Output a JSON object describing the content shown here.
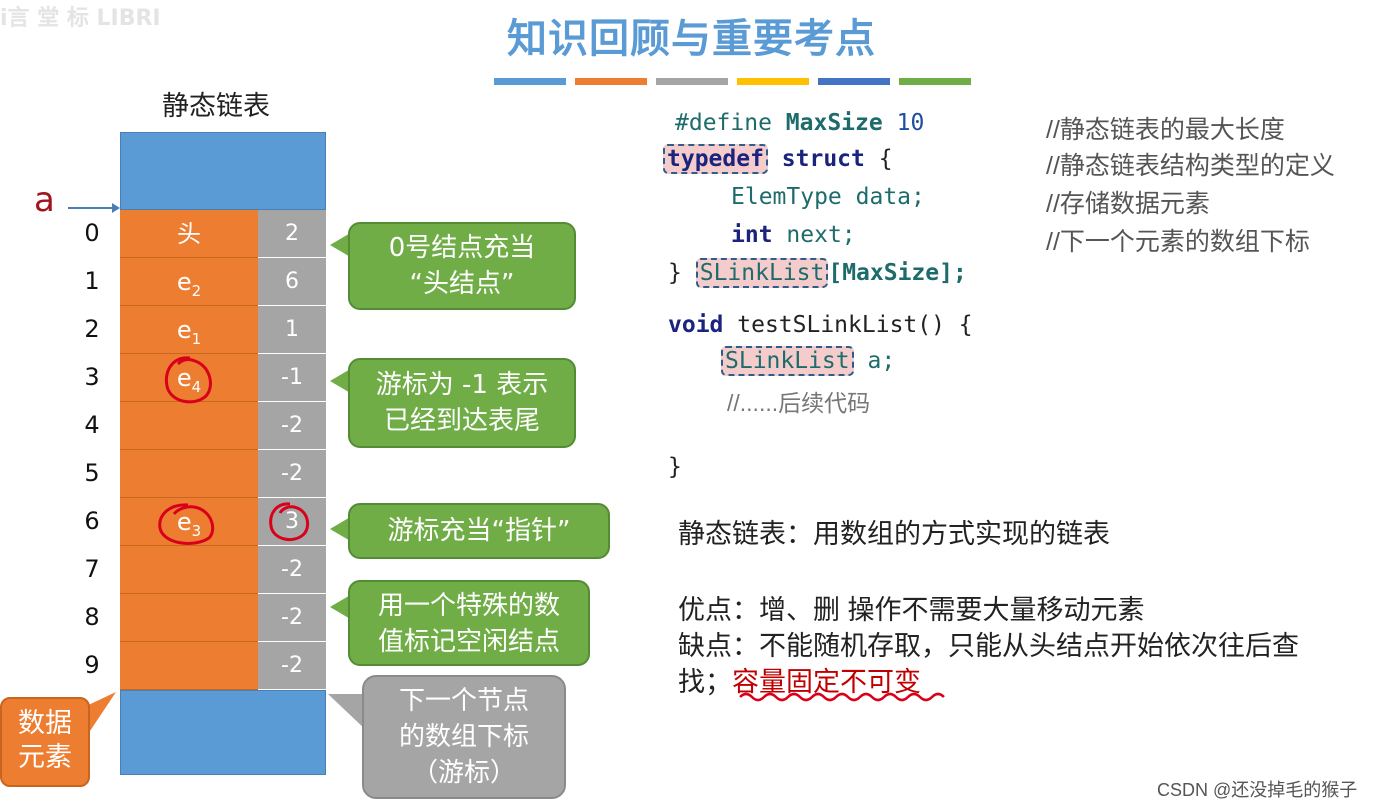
{
  "watermark_topleft": "i言 堂 标 LIBRI",
  "title": "知识回顾与重要考点",
  "colorbar": [
    "#5b9bd5",
    "#ed7d31",
    "#a5a5a5",
    "#ffc000",
    "#4472c4",
    "#70ad47"
  ],
  "left_title": "静态链表",
  "pointer_label": "a",
  "rows": [
    {
      "index": "0",
      "data": "头",
      "sub": "",
      "next": "2"
    },
    {
      "index": "1",
      "data": "e",
      "sub": "2",
      "next": "6"
    },
    {
      "index": "2",
      "data": "e",
      "sub": "1",
      "next": "1"
    },
    {
      "index": "3",
      "data": "e",
      "sub": "4",
      "next": "-1"
    },
    {
      "index": "4",
      "data": "",
      "sub": "",
      "next": "-2"
    },
    {
      "index": "5",
      "data": "",
      "sub": "",
      "next": "-2"
    },
    {
      "index": "6",
      "data": "e",
      "sub": "3",
      "next": "3"
    },
    {
      "index": "7",
      "data": "",
      "sub": "",
      "next": "-2"
    },
    {
      "index": "8",
      "data": "",
      "sub": "",
      "next": "-2"
    },
    {
      "index": "9",
      "data": "",
      "sub": "",
      "next": "-2"
    }
  ],
  "callouts": {
    "head_node": "0号结点充当\n“头结点”",
    "cursor_end": "游标为 -1 表示\n已经到达表尾",
    "cursor_pointer": "游标充当“指针”",
    "free_mark": "用一个特殊的数\n值标记空闲结点",
    "next_index": "下一个节点\n的数组下标\n（游标）",
    "data_elem": "数据\n元素"
  },
  "code": {
    "define_kw": "#define",
    "define_name": "MaxSize",
    "define_val": "10",
    "typedef_kw": "typedef",
    "struct_kw": "struct",
    "brace_open": "{",
    "elemtype": "ElemType",
    "data_field": "data;",
    "int_kw": "int",
    "next_field": "next;",
    "brace_close": "}",
    "slinklist": "SLinkList",
    "array_dim": "[MaxSize];",
    "void_kw": "void",
    "func_sig": "testSLinkList() {",
    "local_type": "SLinkList",
    "local_var": "a;",
    "ellipsis_comment": "//......后续代码",
    "func_close": "}",
    "comments": [
      "//静态链表的最大长度",
      "//静态链表结构类型的定义",
      "//存储数据元素",
      "//下一个元素的数组下标"
    ]
  },
  "notes": {
    "definition": "静态链表：用数组的方式实现的链表",
    "pros": "优点：增、删 操作不需要大量移动元素",
    "cons_line1": "缺点：不能随机存取，只能从头结点开始依次往后查",
    "cons_line2_prefix": "找；",
    "cons_line2_emph": "容量固定不可变"
  },
  "footer": "CSDN @还没掉毛的猴子"
}
